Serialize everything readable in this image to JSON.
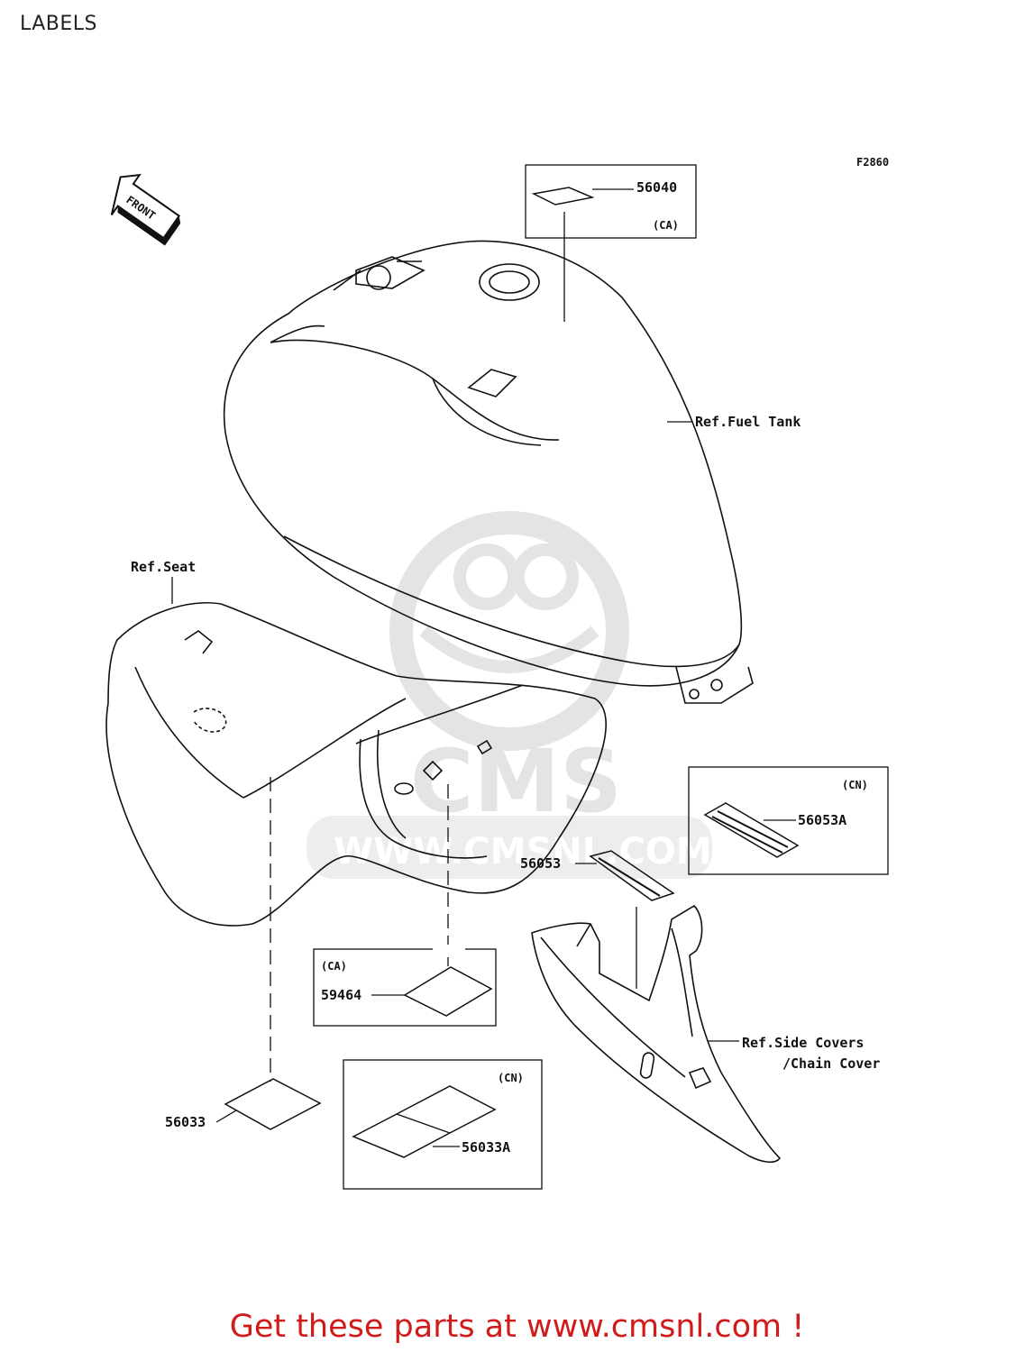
{
  "title": "LABELS",
  "figure_code": "F2860",
  "front_label": "FRONT",
  "refs": {
    "fuel_tank": "Ref.Fuel Tank",
    "seat": "Ref.Seat",
    "side_covers_1": "Ref.Side Covers",
    "side_covers_2": "/Chain Cover"
  },
  "parts": {
    "p56040": "56040",
    "p56053A": "56053A",
    "p56053": "56053",
    "p59464": "59464",
    "p56033": "56033",
    "p56033A": "56033A"
  },
  "region_tags": {
    "ca_top": "(CA)",
    "cn_right": "(CN)",
    "ca_mid": "(CA)",
    "cn_bottom": "(CN)"
  },
  "watermark": {
    "brand": "CMS",
    "url": "WWW.CMSNL.COM"
  },
  "footer": "Get these parts at www.cmsnl.com !",
  "colors": {
    "line": "#111111",
    "footer": "#d11a1a",
    "watermark": "#e4e4e4"
  }
}
